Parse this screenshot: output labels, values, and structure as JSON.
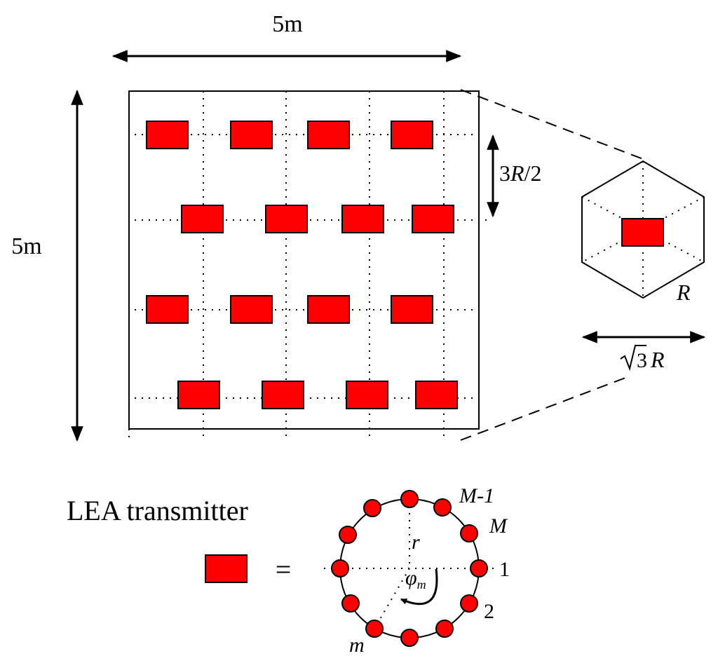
{
  "labels": {
    "room_width": "5m",
    "room_height": "5m",
    "row_spacing_num": "3",
    "row_spacing_var": "R",
    "row_spacing_den": "/2",
    "hex_radius": "R",
    "hex_width_num": "3",
    "hex_width_var": "R",
    "legend_title": "LEA transmitter",
    "equals": "=",
    "ring_radius": "r",
    "ring_angle": "φ",
    "ring_angle_sub": "m",
    "elem_m_minus_1": "M-1",
    "elem_M": "M",
    "elem_1": "1",
    "elem_2": "2",
    "elem_m": "m"
  },
  "colors": {
    "transmitter": "#ff0000",
    "stroke": "#000000"
  },
  "layout": {
    "grid_rows": 4,
    "transmitters_per_row": 4,
    "ring_elements": 12
  }
}
